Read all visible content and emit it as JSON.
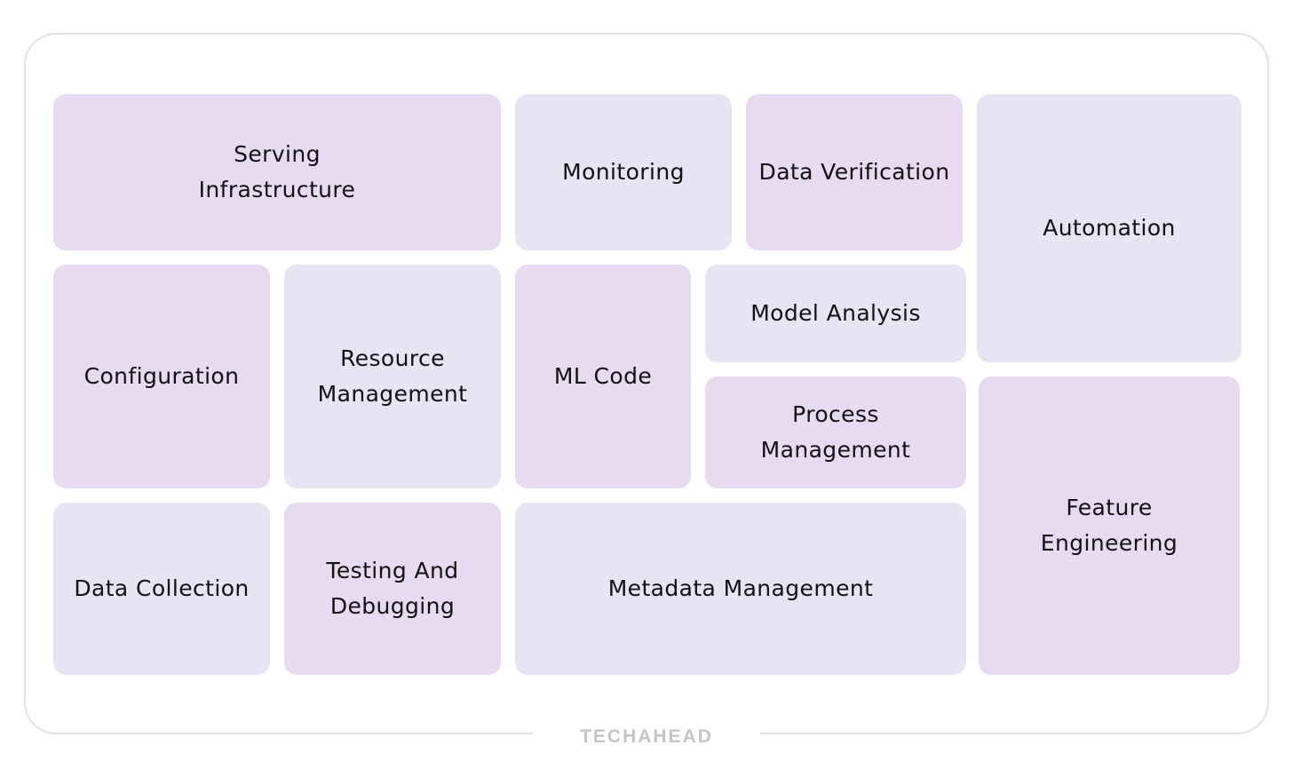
{
  "tiles": {
    "serving": "Serving\nInfrastructure",
    "monitoring": "Monitoring",
    "data_verification": "Data Verification",
    "automation": "Automation",
    "configuration": "Configuration",
    "resource_management": "Resource\nManagement",
    "ml_code": "ML Code",
    "model_analysis": "Model Analysis",
    "process_management": "Process\nManagement",
    "feature_engineering": "Feature\nEngineering",
    "data_collection": "Data Collection",
    "testing_debugging": "Testing And\nDebugging",
    "metadata_management": "Metadata Management"
  },
  "brand": "TECHAHEAD",
  "colors": {
    "pink_tile": "#e8daf0",
    "lavender_tile": "#e7e4f4",
    "frame_border": "#e3e0ee",
    "brand_text": "#c4c4c4"
  }
}
